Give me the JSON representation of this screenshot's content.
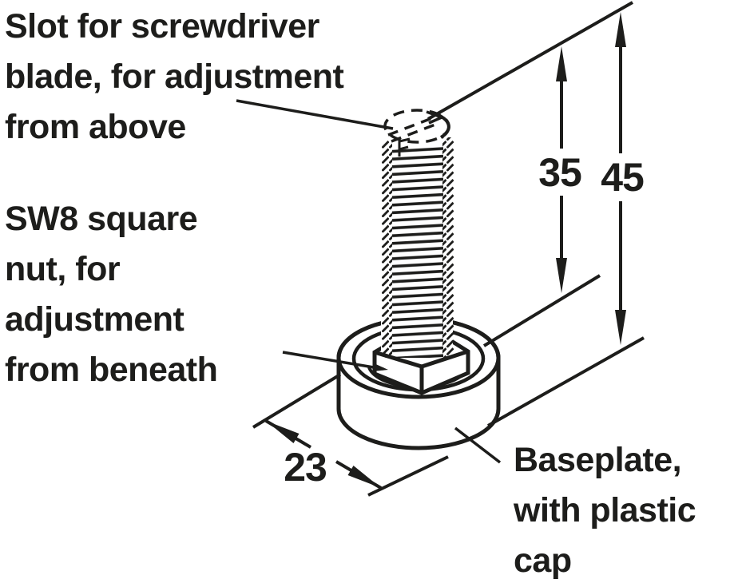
{
  "diagram": {
    "ink_color": "#1d1d1b",
    "background_color": "#ffffff",
    "callouts": {
      "slot": "Slot for screwdriver\nblade, for adjustment\nfrom above",
      "square_nut": "SW8 square\nnut, for\nadjustment\nfrom beneath",
      "baseplate": "Baseplate,\nwith plastic\ncap"
    },
    "dimensions": {
      "thread_length_mm": "35",
      "overall_height_mm": "45",
      "base_diameter_mm": "23"
    }
  }
}
